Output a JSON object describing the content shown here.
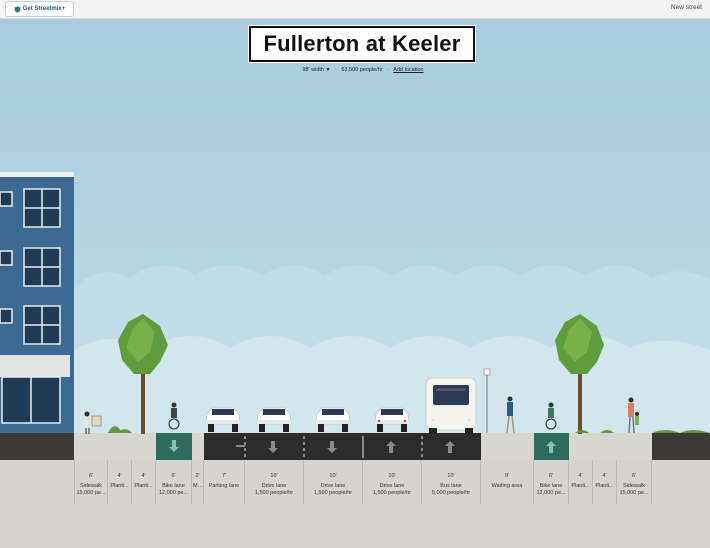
{
  "toolbar": {
    "get_label": "Get Streetmix+",
    "new_street_label": "New street"
  },
  "street": {
    "title": "Fullerton at Keeler",
    "width": "98' width",
    "capacity": "63,500 people/hr",
    "add_location": "Add location"
  },
  "segments": [
    {
      "width": "6'",
      "name": "Sidewalk",
      "capacity": "15,000 pe..."
    },
    {
      "width": "4'",
      "name": "Planti...",
      "capacity": ""
    },
    {
      "width": "4'",
      "name": "Planti...",
      "capacity": ""
    },
    {
      "width": "6'",
      "name": "Bike lane",
      "capacity": "12,000 pe..."
    },
    {
      "width": "2'",
      "name": "M...",
      "capacity": ""
    },
    {
      "width": "7'",
      "name": "Parking lane",
      "capacity": ""
    },
    {
      "width": "10'",
      "name": "Drive lane",
      "capacity": "1,500 people/hr"
    },
    {
      "width": "10'",
      "name": "Drive lane",
      "capacity": "1,500 people/hr"
    },
    {
      "width": "10'",
      "name": "Drive lane",
      "capacity": "1,500 people/hr"
    },
    {
      "width": "10'",
      "name": "Bus lane",
      "capacity": "5,000 people/hr"
    },
    {
      "width": "9'",
      "name": "Waiting area",
      "capacity": ""
    },
    {
      "width": "6'",
      "name": "Bike lane",
      "capacity": "12,000 pe..."
    },
    {
      "width": "4'",
      "name": "Planti...",
      "capacity": ""
    },
    {
      "width": "4'",
      "name": "Planti...",
      "capacity": ""
    },
    {
      "width": "6'",
      "name": "Sidewalk",
      "capacity": "15,000 pe..."
    }
  ],
  "colors": {
    "sky": "#a9cddb",
    "asphalt": "#2f2f2f",
    "bike_lane": "#2d6b5c",
    "sidewalk": "#d9d5d0",
    "building": "#3d6a93",
    "tree": "#5a9a3a"
  }
}
